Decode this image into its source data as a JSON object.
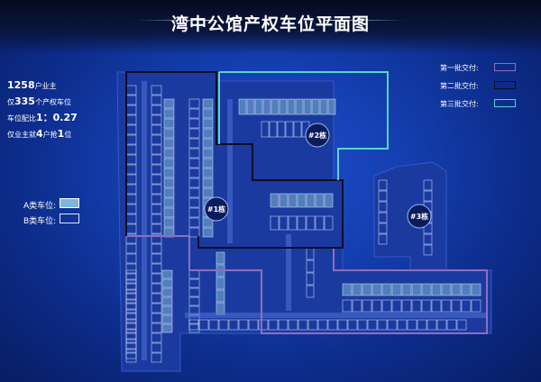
{
  "title": "湾中公馆产权车位平面图",
  "stats": {
    "owners_num": "1258",
    "owners_suffix": "户业主",
    "spaces_prefix": "仅",
    "spaces_num": "335",
    "spaces_suffix": "个产权车位",
    "ratio_label": "车位配比",
    "ratio_value": "1：0.27",
    "compete_prefix": "仅业主就",
    "compete_num1": "4",
    "compete_mid": "户抢",
    "compete_num2": "1",
    "compete_suffix": "位"
  },
  "space_types": {
    "a_label": "A类车位:",
    "b_label": "B类车位:",
    "a_color": "#7fb6d6",
    "b_color": "#dfe8ff"
  },
  "legend": {
    "phase1_label": "第一批交付:",
    "phase2_label": "第二批交付:",
    "phase3_label": "第三批交付:",
    "phase1_color": "#8e6ec0",
    "phase2_color": "#0a0f26",
    "phase3_color": "#59d3cf"
  },
  "buildings": {
    "b1": "#1栋",
    "b2": "#2栋",
    "b3": "#3栋"
  }
}
